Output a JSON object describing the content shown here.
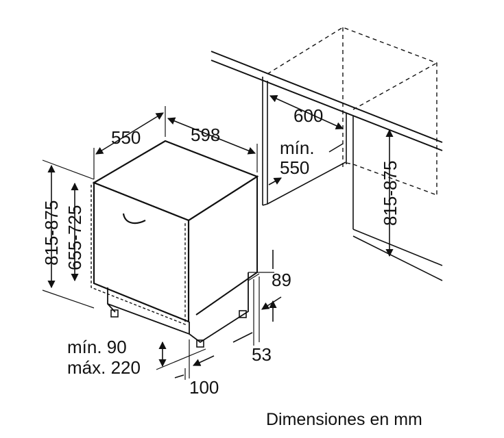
{
  "dimensions": {
    "depth_550": "550",
    "width_598": "598",
    "niche_width": "600",
    "niche_min_prefix": "mín.",
    "niche_min_depth": "550",
    "height_total_left": "815-875",
    "height_door": "655-725",
    "height_niche_right": "815-875",
    "toe_89": "89",
    "toe_53": "53",
    "plinth_min": "mín. 90",
    "plinth_max": "máx. 220",
    "plinth_100": "100"
  },
  "caption": "Dimensiones en mm",
  "colors": {
    "stroke": "#111111",
    "background": "#ffffff"
  }
}
